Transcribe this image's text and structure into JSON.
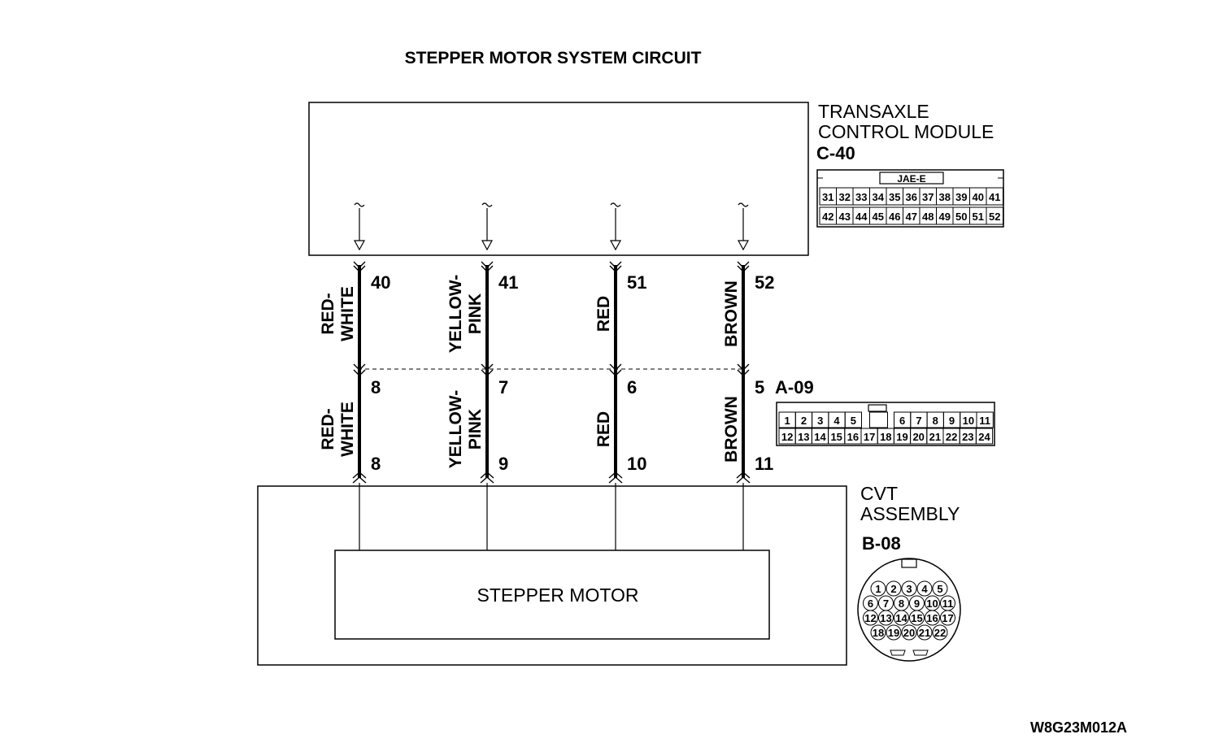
{
  "title": "STEPPER MOTOR SYSTEM CIRCUIT",
  "tcm": {
    "label_line1": "TRANSAXLE",
    "label_line2": "CONTROL MODULE",
    "connector_id": "C-40",
    "connector_type": "JAE-E",
    "connector_row1": [
      "31",
      "32",
      "33",
      "34",
      "35",
      "36",
      "37",
      "38",
      "39",
      "40",
      "41"
    ],
    "connector_row2": [
      "42",
      "43",
      "44",
      "45",
      "46",
      "47",
      "48",
      "49",
      "50",
      "51",
      "52"
    ]
  },
  "wires": [
    {
      "tcm_pin": "40",
      "junction_pin": "8",
      "cvt_pin": "8",
      "color_upper": [
        "RED-",
        "WHITE"
      ],
      "color_lower": [
        "RED-",
        "WHITE"
      ]
    },
    {
      "tcm_pin": "41",
      "junction_pin": "7",
      "cvt_pin": "9",
      "color_upper": [
        "YELLOW-",
        "PINK"
      ],
      "color_lower": [
        "YELLOW-",
        "PINK"
      ]
    },
    {
      "tcm_pin": "51",
      "junction_pin": "6",
      "cvt_pin": "10",
      "color_upper": [
        "RED"
      ],
      "color_lower": [
        "RED"
      ]
    },
    {
      "tcm_pin": "52",
      "junction_pin": "5",
      "cvt_pin": "11",
      "color_upper": [
        "BROWN"
      ],
      "color_lower": [
        "BROWN"
      ]
    }
  ],
  "junction": {
    "connector_id": "A-09",
    "row1": [
      "1",
      "2",
      "3",
      "4",
      "5",
      "",
      "6",
      "7",
      "8",
      "9",
      "10",
      "11"
    ],
    "row2": [
      "12",
      "13",
      "14",
      "15",
      "16",
      "17",
      "18",
      "19",
      "20",
      "21",
      "22",
      "23",
      "24"
    ]
  },
  "cvt": {
    "label_line1": "CVT",
    "label_line2": "ASSEMBLY",
    "connector_id": "B-08",
    "connector_rows": [
      [
        "1",
        "2",
        "3",
        "4",
        "5"
      ],
      [
        "6",
        "7",
        "8",
        "9",
        "10",
        "11"
      ],
      [
        "12",
        "13",
        "14",
        "15",
        "16",
        "17"
      ],
      [
        "18",
        "19",
        "20",
        "21",
        "22"
      ]
    ]
  },
  "stepper_motor_label": "STEPPER MOTOR",
  "diagram_code": "W8G23M012A"
}
